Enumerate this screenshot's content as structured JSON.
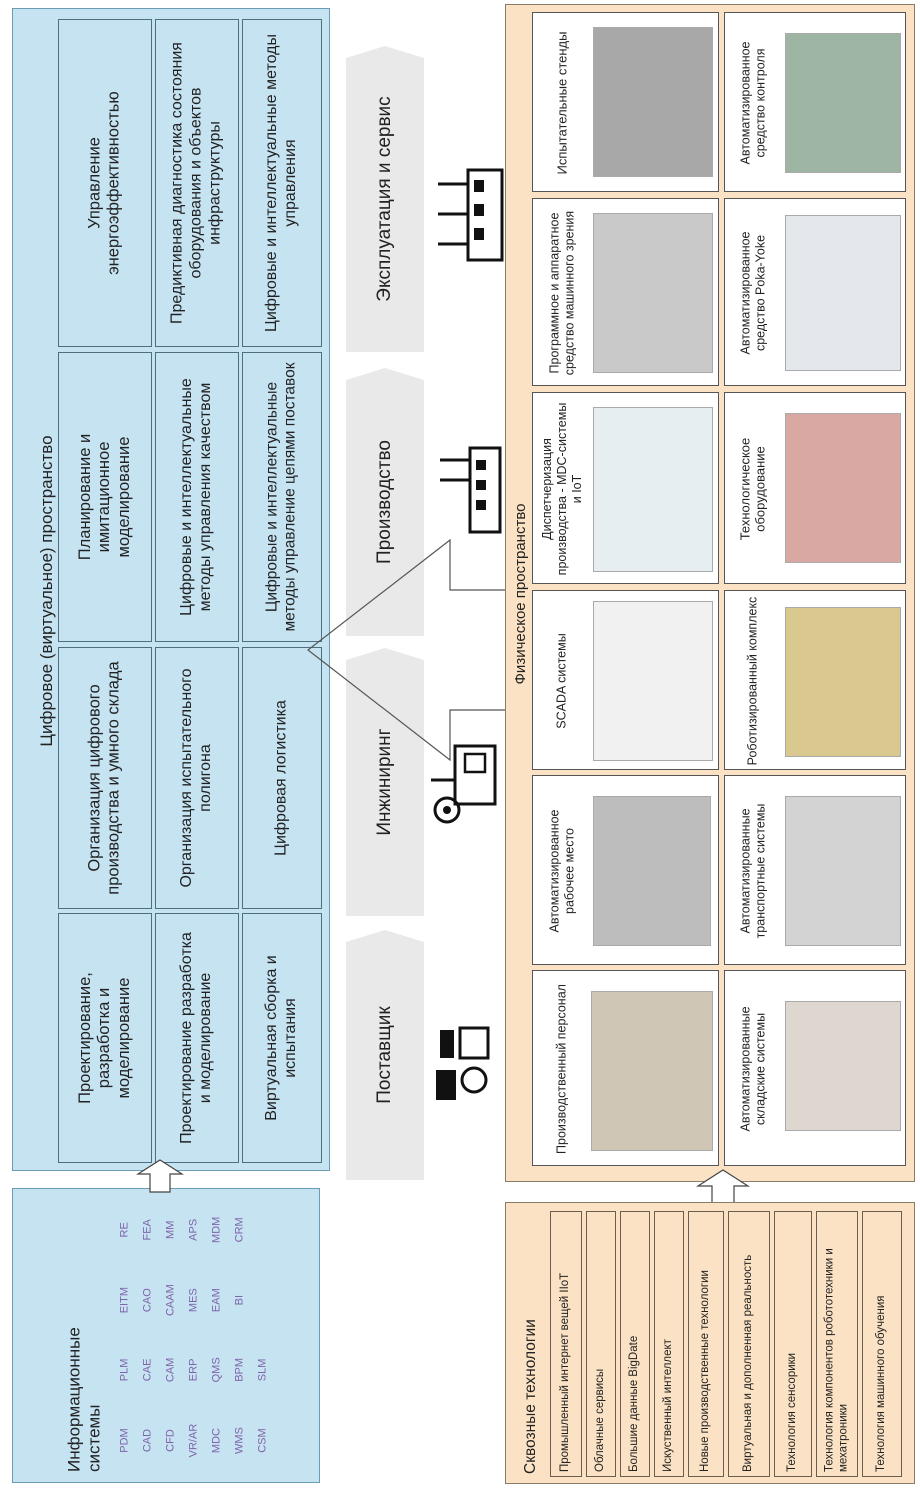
{
  "digital_space": {
    "title": "Цифровое (виртуальное) пространство",
    "cells": [
      "Проектирование, разработка и моделирование",
      "Организация цифрового производства и умного склада",
      "Планирование и имитационное моделирование",
      "Управление энергоэффективностью",
      "Проектирование разработка и моделирование",
      "Организация испытательного полигона",
      "Цифровые и интеллектуальные методы управления качеством",
      "Предиктивная диагностика состояния оборудования и объектов инфраструктуры",
      "Виртуальная сборка и испытания",
      "Цифровая логистика",
      "Цифровые и интеллектуальные методы управление цепями поставок",
      "Цифровые и интеллектуальные методы управления"
    ]
  },
  "info_systems": {
    "title": "Информационные системы",
    "items": [
      "PDM",
      "PLM",
      "EITM",
      "RE",
      "CAD",
      "CAE",
      "CAO",
      "FEA",
      "CFD",
      "CAM",
      "CAAM",
      "MM",
      "VR/AR",
      "ERP",
      "MES",
      "APS",
      "MDC",
      "QMS",
      "EAM",
      "MDM",
      "WMS",
      "BPM",
      "BI",
      "CRM",
      "CSM",
      "SLM"
    ]
  },
  "stages": [
    "Поставщик",
    "Инжиниринг",
    "Производство",
    "Эксплуатация и сервис"
  ],
  "physical_space": {
    "title": "Физическое пространство",
    "top_row": [
      "Производственный персонал",
      "Автоматизированное рабочее место",
      "SCADA системы",
      "Диспетчеризация производства - MDC-системы и IoT",
      "Программное и аппаратное средство машинного зрения",
      "Испытательные стенды"
    ],
    "bottom_row": [
      "Автоматизированные складские системы",
      "Автоматизированные транспортные системы",
      "Роботизированный комплекс",
      "Технологическое оборудование",
      "Автоматизированное средство Poka-Yoke",
      "Автоматизированное средство контроля"
    ]
  },
  "cross_tech": {
    "title": "Сквозные технологии",
    "items": [
      "Промышленный интернет вещей IIoT",
      "Облачные сервисы",
      "Большие данные BigDate",
      "Искуственный интеллект",
      "Новые производственные технологии",
      "Виртуальная и дополненная реальность",
      "Технология сенсорики",
      "Технология компонентов робототехники и мехатроники",
      "Технология машинного обучения"
    ]
  },
  "colors": {
    "blue_panel": "#c6e3f2",
    "peach_panel": "#fbe2c4",
    "stage_grey": "#e9e9ea",
    "is_text": "#7f63aa"
  }
}
